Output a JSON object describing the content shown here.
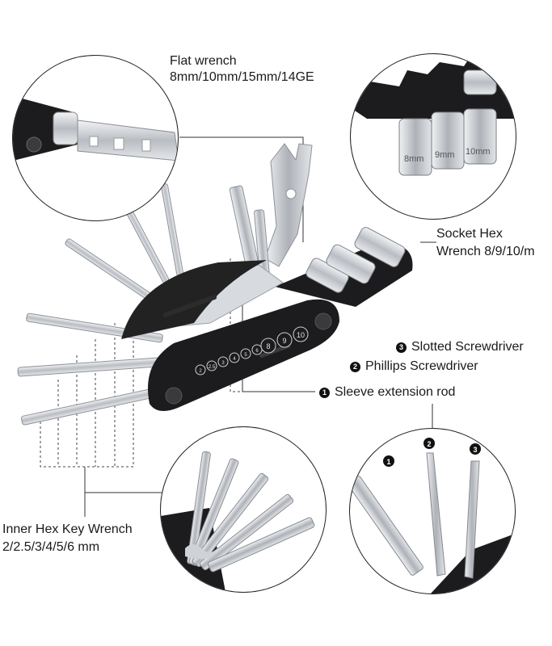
{
  "labels": {
    "flat_wrench_title": "Flat wrench",
    "flat_wrench_sizes": "8mm/10mm/15mm/14GE",
    "socket_title": "Socket Hex",
    "socket_sizes": "Wrench 8/9/10/m",
    "slotted": "Slotted Screwdriver",
    "phillips": "Phillips Screwdriver",
    "sleeve": "Sleeve extension rod",
    "hex_key_title": "Inner Hex Key Wrench",
    "hex_key_sizes": "2/2.5/3/4/5/6 mm"
  },
  "markers": {
    "m1": "1",
    "m2": "2",
    "m3": "3"
  },
  "socket_marks": [
    "8mm",
    "9mm",
    "10mm"
  ],
  "tool_numbers": [
    "2",
    "2.5",
    "3",
    "4",
    "5",
    "6",
    "8",
    "9",
    "10"
  ],
  "colors": {
    "body": "#1c1c1e",
    "steel": "#c9ccd1",
    "line": "#333333"
  }
}
